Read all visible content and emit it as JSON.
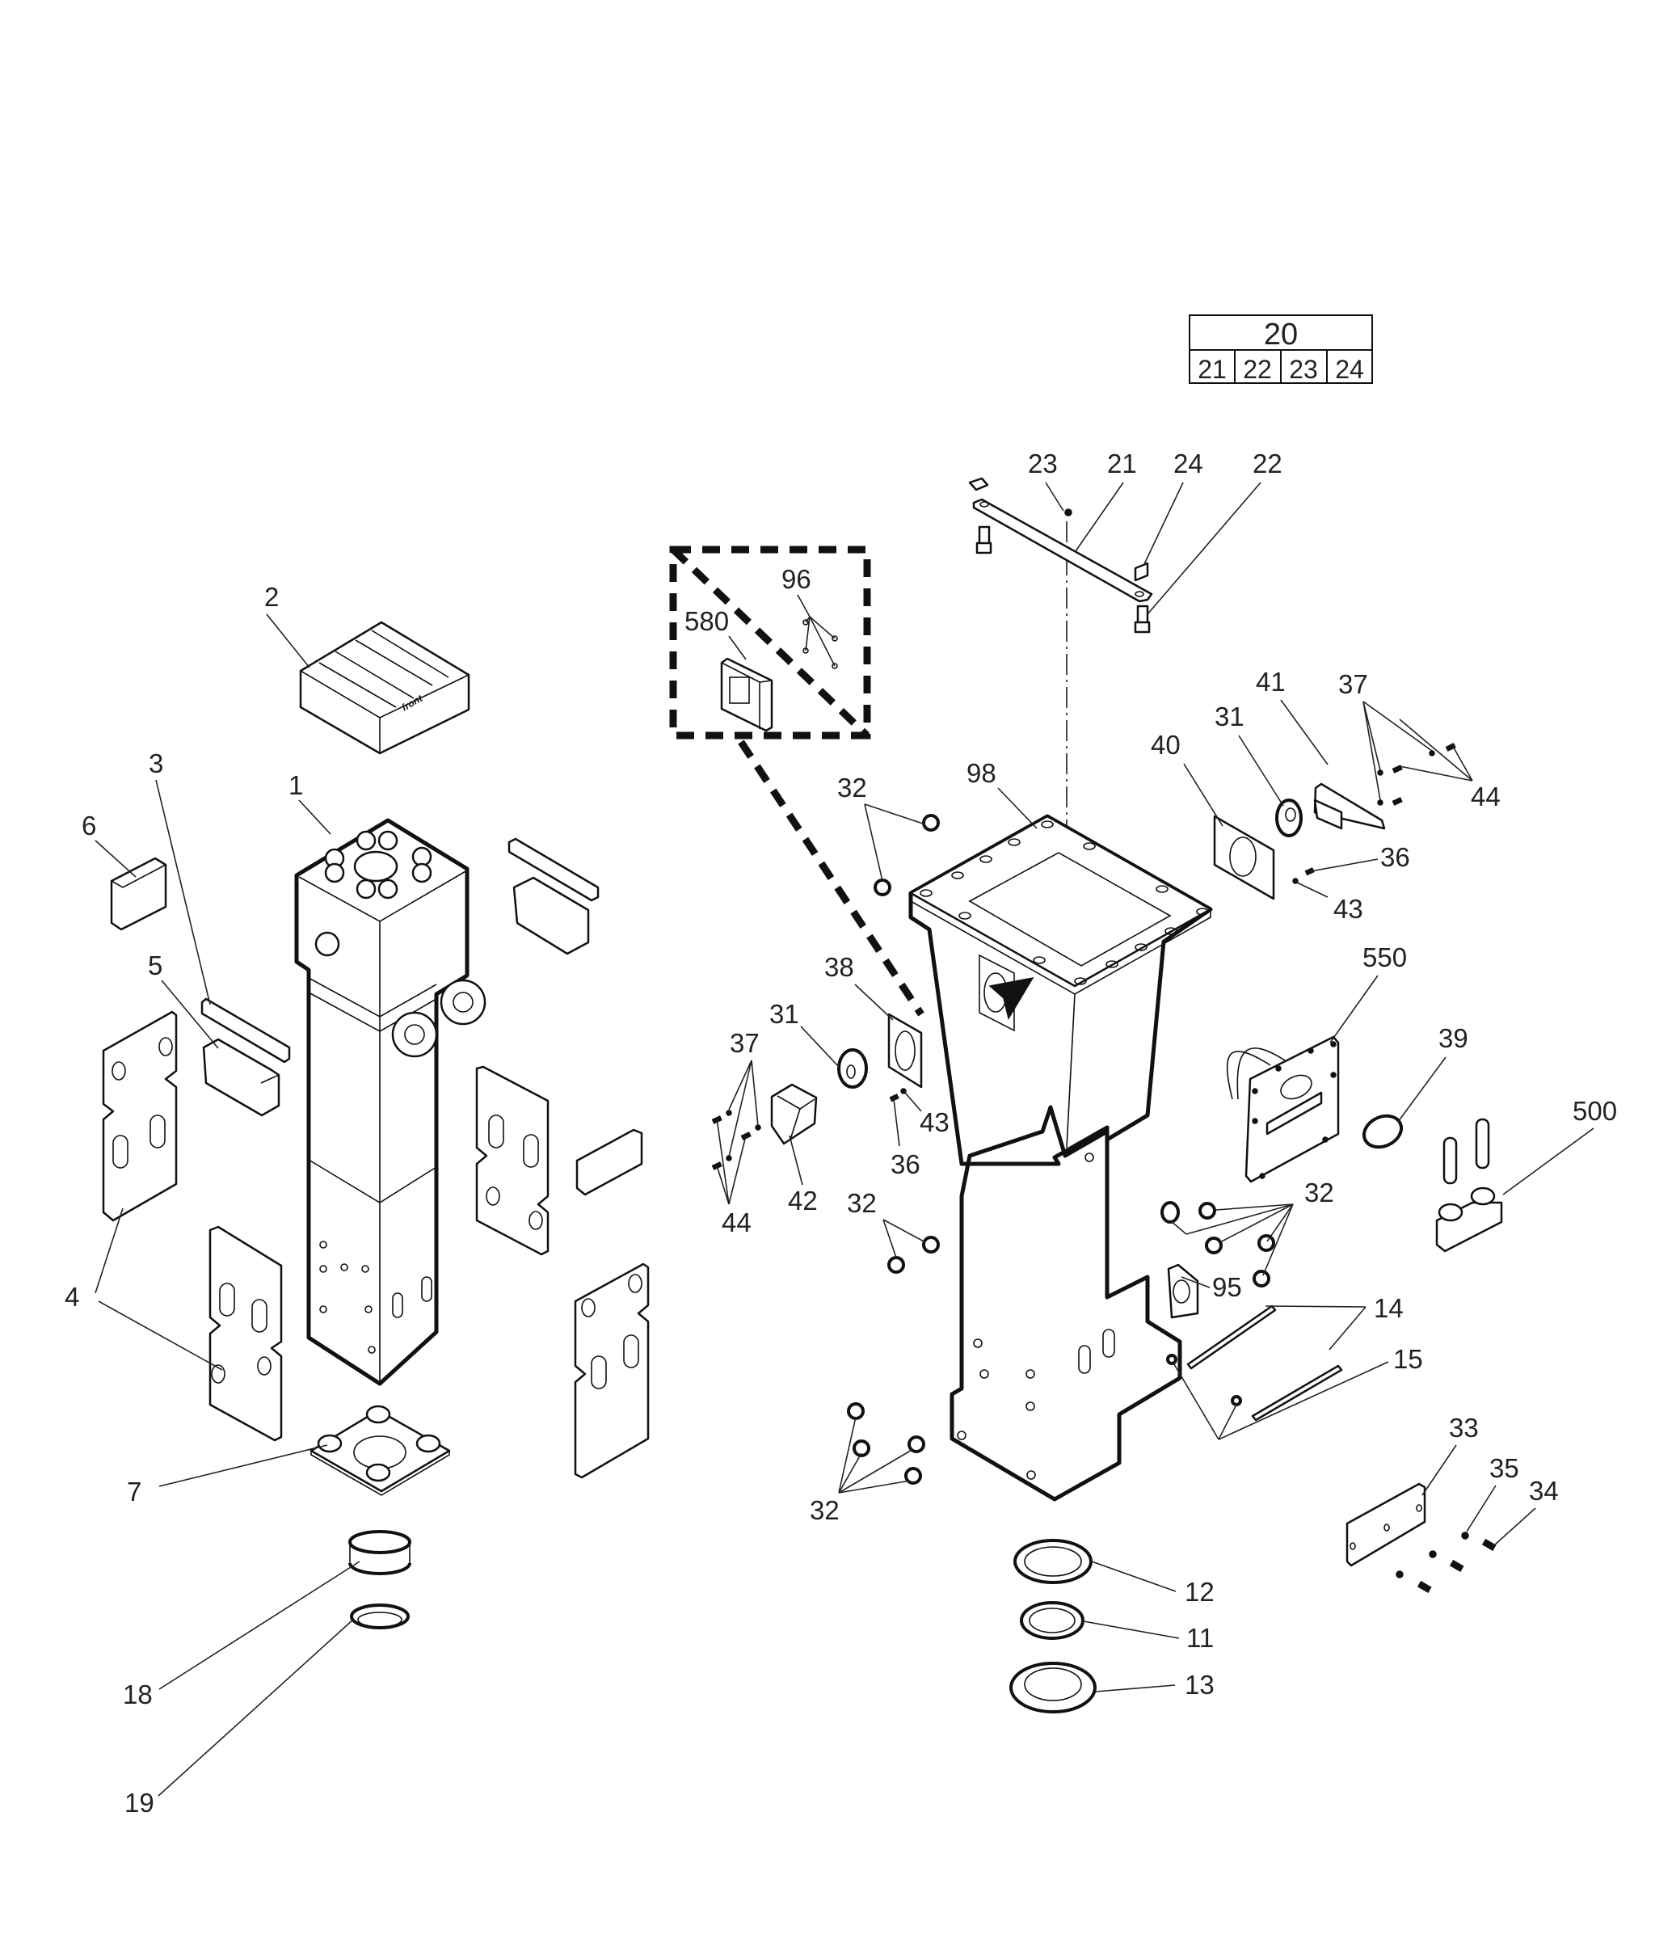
{
  "diagram": {
    "type": "exploded-parts-diagram",
    "reference_table": {
      "header": "20",
      "cells": [
        "21",
        "22",
        "23",
        "24"
      ]
    },
    "part_text": {
      "top_pad_marking": "front"
    },
    "labels": {
      "p1": "1",
      "p2": "2",
      "p3": "3",
      "p4": "4",
      "p5": "5",
      "p6": "6",
      "p7": "7",
      "p11": "11",
      "p12": "12",
      "p13": "13",
      "p14": "14",
      "p15": "15",
      "p18": "18",
      "p19": "19",
      "p21": "21",
      "p22": "22",
      "p23": "23",
      "p24": "24",
      "p31a": "31",
      "p31b": "31",
      "p32a": "32",
      "p32b": "32",
      "p32c": "32",
      "p32d": "32",
      "p33": "33",
      "p34": "34",
      "p35": "35",
      "p36a": "36",
      "p36b": "36",
      "p37a": "37",
      "p37b": "37",
      "p38": "38",
      "p39": "39",
      "p40": "40",
      "p41": "41",
      "p42": "42",
      "p43a": "43",
      "p43b": "43",
      "p44a": "44",
      "p44b": "44",
      "p95": "95",
      "p96": "96",
      "p98": "98",
      "p500": "500",
      "p550": "550",
      "p580": "580"
    }
  }
}
